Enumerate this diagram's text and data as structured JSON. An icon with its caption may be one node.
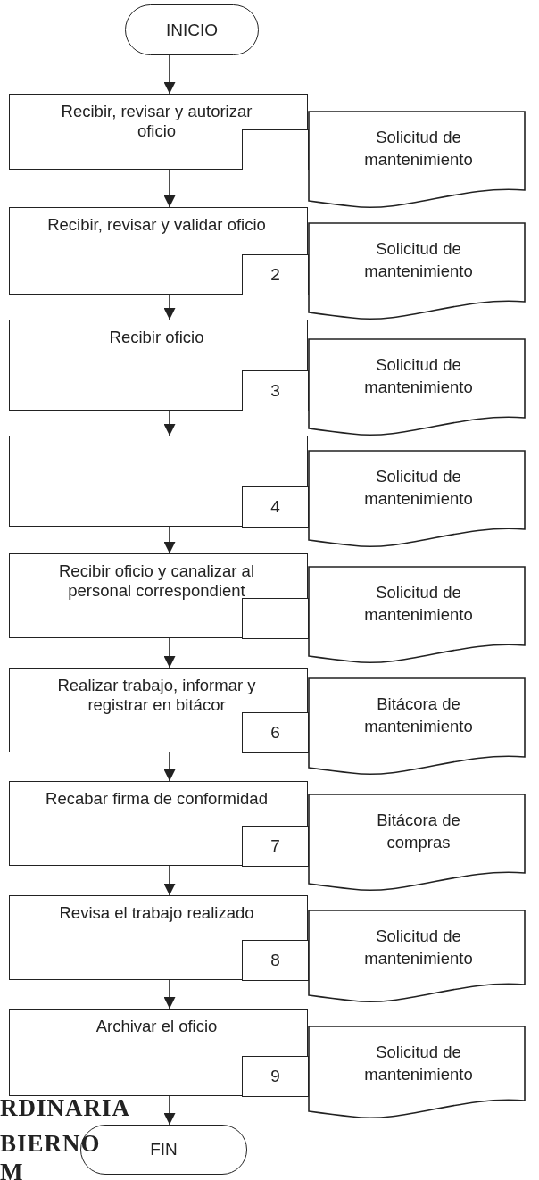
{
  "diagram": {
    "nodes": [
      {
        "text": [
          "INICIO"
        ]
      },
      {
        "text": [
          "Recibir, revisar y autorizar oficio"
        ]
      },
      {
        "text": [],
        "shape": "box",
        "in": 1
      },
      {
        "text": [
          "Solicitud de mantenimiento"
        ]
      },
      {
        "text": [
          "Recibir, revisar y validar oficio"
        ]
      },
      {
        "text": [
          "2"
        ],
        "in": 4
      },
      {
        "text": [
          "Solicitud de mantenimiento"
        ]
      },
      {
        "text": [
          "Recibir oficio"
        ]
      },
      {
        "text": [
          "3"
        ],
        "in": 7
      },
      {
        "text": [
          "Solicitud de mantenimiento"
        ]
      },
      {
        "text": [],
        "shape": "box"
      },
      {
        "text": [
          "4"
        ],
        "in": 10
      },
      {
        "text": [
          "Solicitud de mantenimiento"
        ]
      },
      {
        "text": [
          "Recibir oficio y canalizar al personal correspondient"
        ]
      },
      {
        "text": [],
        "shape": "box",
        "in": 13
      },
      {
        "text": [
          "Solicitud de mantenimiento"
        ]
      },
      {
        "text": [
          "Realizar trabajo, informar y registrar en bitácor"
        ]
      },
      {
        "text": [
          "6"
        ],
        "in": 16
      },
      {
        "text": [
          "Bitácora de mantenimiento"
        ]
      },
      {
        "text": [
          "Recabar firma de conformidad"
        ]
      },
      {
        "text": [
          "7"
        ],
        "in": 19
      },
      {
        "text": [
          "Bitácora de compras"
        ]
      },
      {
        "text": [
          "Revisa el trabajo realizado"
        ]
      },
      {
        "text": [
          "8"
        ],
        "in": 22
      },
      {
        "text": [
          "Solicitud de mantenimiento"
        ]
      },
      {
        "text": [
          "Archivar el oficio"
        ]
      },
      {
        "text": [
          "9"
        ],
        "in": 25
      },
      {
        "text": [
          "Solicitud de mantenimiento"
        ]
      },
      {
        "text": [
          "FIN"
        ]
      }
    ],
    "edges": [
      {
        "from": 0,
        "to": 1,
        "arrow": "to"
      },
      {
        "from": 1,
        "to": 4,
        "arrow": "to"
      },
      {
        "from": 4,
        "to": 7,
        "arrow": "to"
      },
      {
        "from": 7,
        "to": 10,
        "arrow": "to"
      },
      {
        "from": 10,
        "to": 13,
        "arrow": "to"
      },
      {
        "from": 13,
        "to": 16,
        "arrow": "to"
      },
      {
        "from": 16,
        "to": 19,
        "arrow": "to"
      },
      {
        "from": 19,
        "to": 22,
        "arrow": "to"
      },
      {
        "from": 22,
        "to": 25,
        "arrow": "to"
      },
      {
        "from": 25,
        "to": 28,
        "arrow": "to"
      }
    ],
    "labels": [
      "RDINARIA",
      "BIERNO",
      "M"
    ]
  }
}
